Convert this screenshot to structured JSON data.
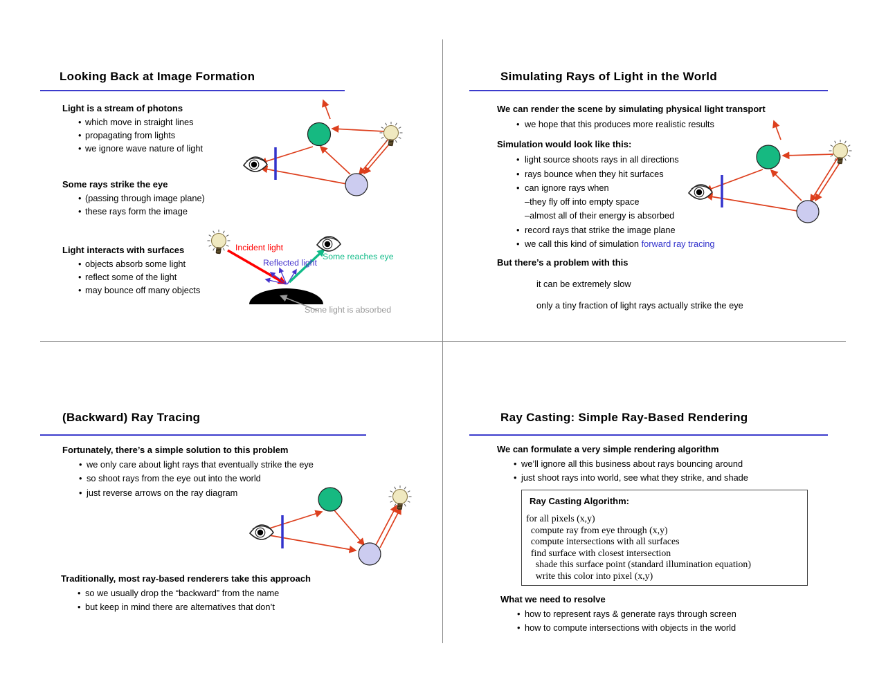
{
  "ui": {
    "bullet": "•",
    "dash": "–"
  },
  "colors": {
    "underline": "#3c3ccc",
    "divider": "#8a8a8a",
    "arrow": "#dd3f1d",
    "ball_green": "#16b981",
    "ball_purple": "#ccccf0",
    "plane": "#3333cc",
    "bulb": "#f0e9c0",
    "incident": "#ff0000",
    "reflected": "#4433cc",
    "reaches": "#10bb88",
    "absorbed": "#999999",
    "forward_blue": "#3333cc"
  },
  "slide1": {
    "title": "Looking Back at Image Formation",
    "g1h": "Light is a stream of photons",
    "g1b": [
      "which move in straight lines",
      "propagating from lights",
      "we ignore wave nature of light"
    ],
    "g2h": "Some rays strike the eye",
    "g2b": [
      "(passing through image plane)",
      "these rays form the image"
    ],
    "g3h": "Light interacts with surfaces",
    "g3b": [
      "objects absorb some light",
      "reflect some of the light",
      "may bounce off many objects"
    ],
    "labels": {
      "incident": "Incident light",
      "reflected": "Reflected light",
      "reaches": "Some reaches eye",
      "absorbed": "Some light is absorbed"
    }
  },
  "slide2": {
    "title": "Simulating Rays of Light in the World",
    "g1h": "We can render the scene by simulating physical light transport",
    "g1b": [
      "we hope that this produces more realistic results"
    ],
    "g2h": "Simulation would look like this:",
    "g2b": [
      "light source shoots rays in all directions",
      "rays bounce when they hit surfaces",
      "can ignore rays when"
    ],
    "g2d": [
      "they fly off into empty space",
      "almost all of their energy is absorbed"
    ],
    "g2b2": "record rays that strike the image plane",
    "fwd_prefix": "we call this kind of simulation ",
    "fwd_term": "forward ray tracing",
    "g3h": "But there’s a problem with this",
    "g3l": [
      "it can be extremely slow",
      "only a tiny fraction of light rays actually strike the eye"
    ]
  },
  "slide3": {
    "title": "(Backward) Ray Tracing",
    "g1h": "Fortunately, there’s a simple solution to this problem",
    "g1b": [
      "we only care about light rays that eventually strike the eye",
      "so shoot rays from the eye out into the world",
      "just reverse arrows on the ray diagram"
    ],
    "g2h": "Traditionally, most ray-based renderers take this approach",
    "g2b": [
      "so we usually drop the “backward” from the name",
      "but keep in mind there are alternatives that don’t"
    ]
  },
  "slide4": {
    "title": "Ray Casting: Simple Ray-Based Rendering",
    "g1h": "We can formulate a very simple rendering algorithm",
    "g1b": [
      "we’ll ignore all this business about rays bouncing around",
      "just shoot rays into world, see what they strike, and shade"
    ],
    "box_title": "Ray Casting Algorithm:",
    "box_lines": [
      "for all pixels (x,y)",
      "  compute ray from eye through (x,y)",
      "  compute intersections with all surfaces",
      "  find surface with closest intersection",
      "    shade this surface point (standard illumination equation)",
      "    write this color into pixel (x,y)"
    ],
    "g2h": "What we need to resolve",
    "g2b": [
      "how to represent rays & generate rays through screen",
      "how to compute intersections with objects in the world"
    ]
  }
}
